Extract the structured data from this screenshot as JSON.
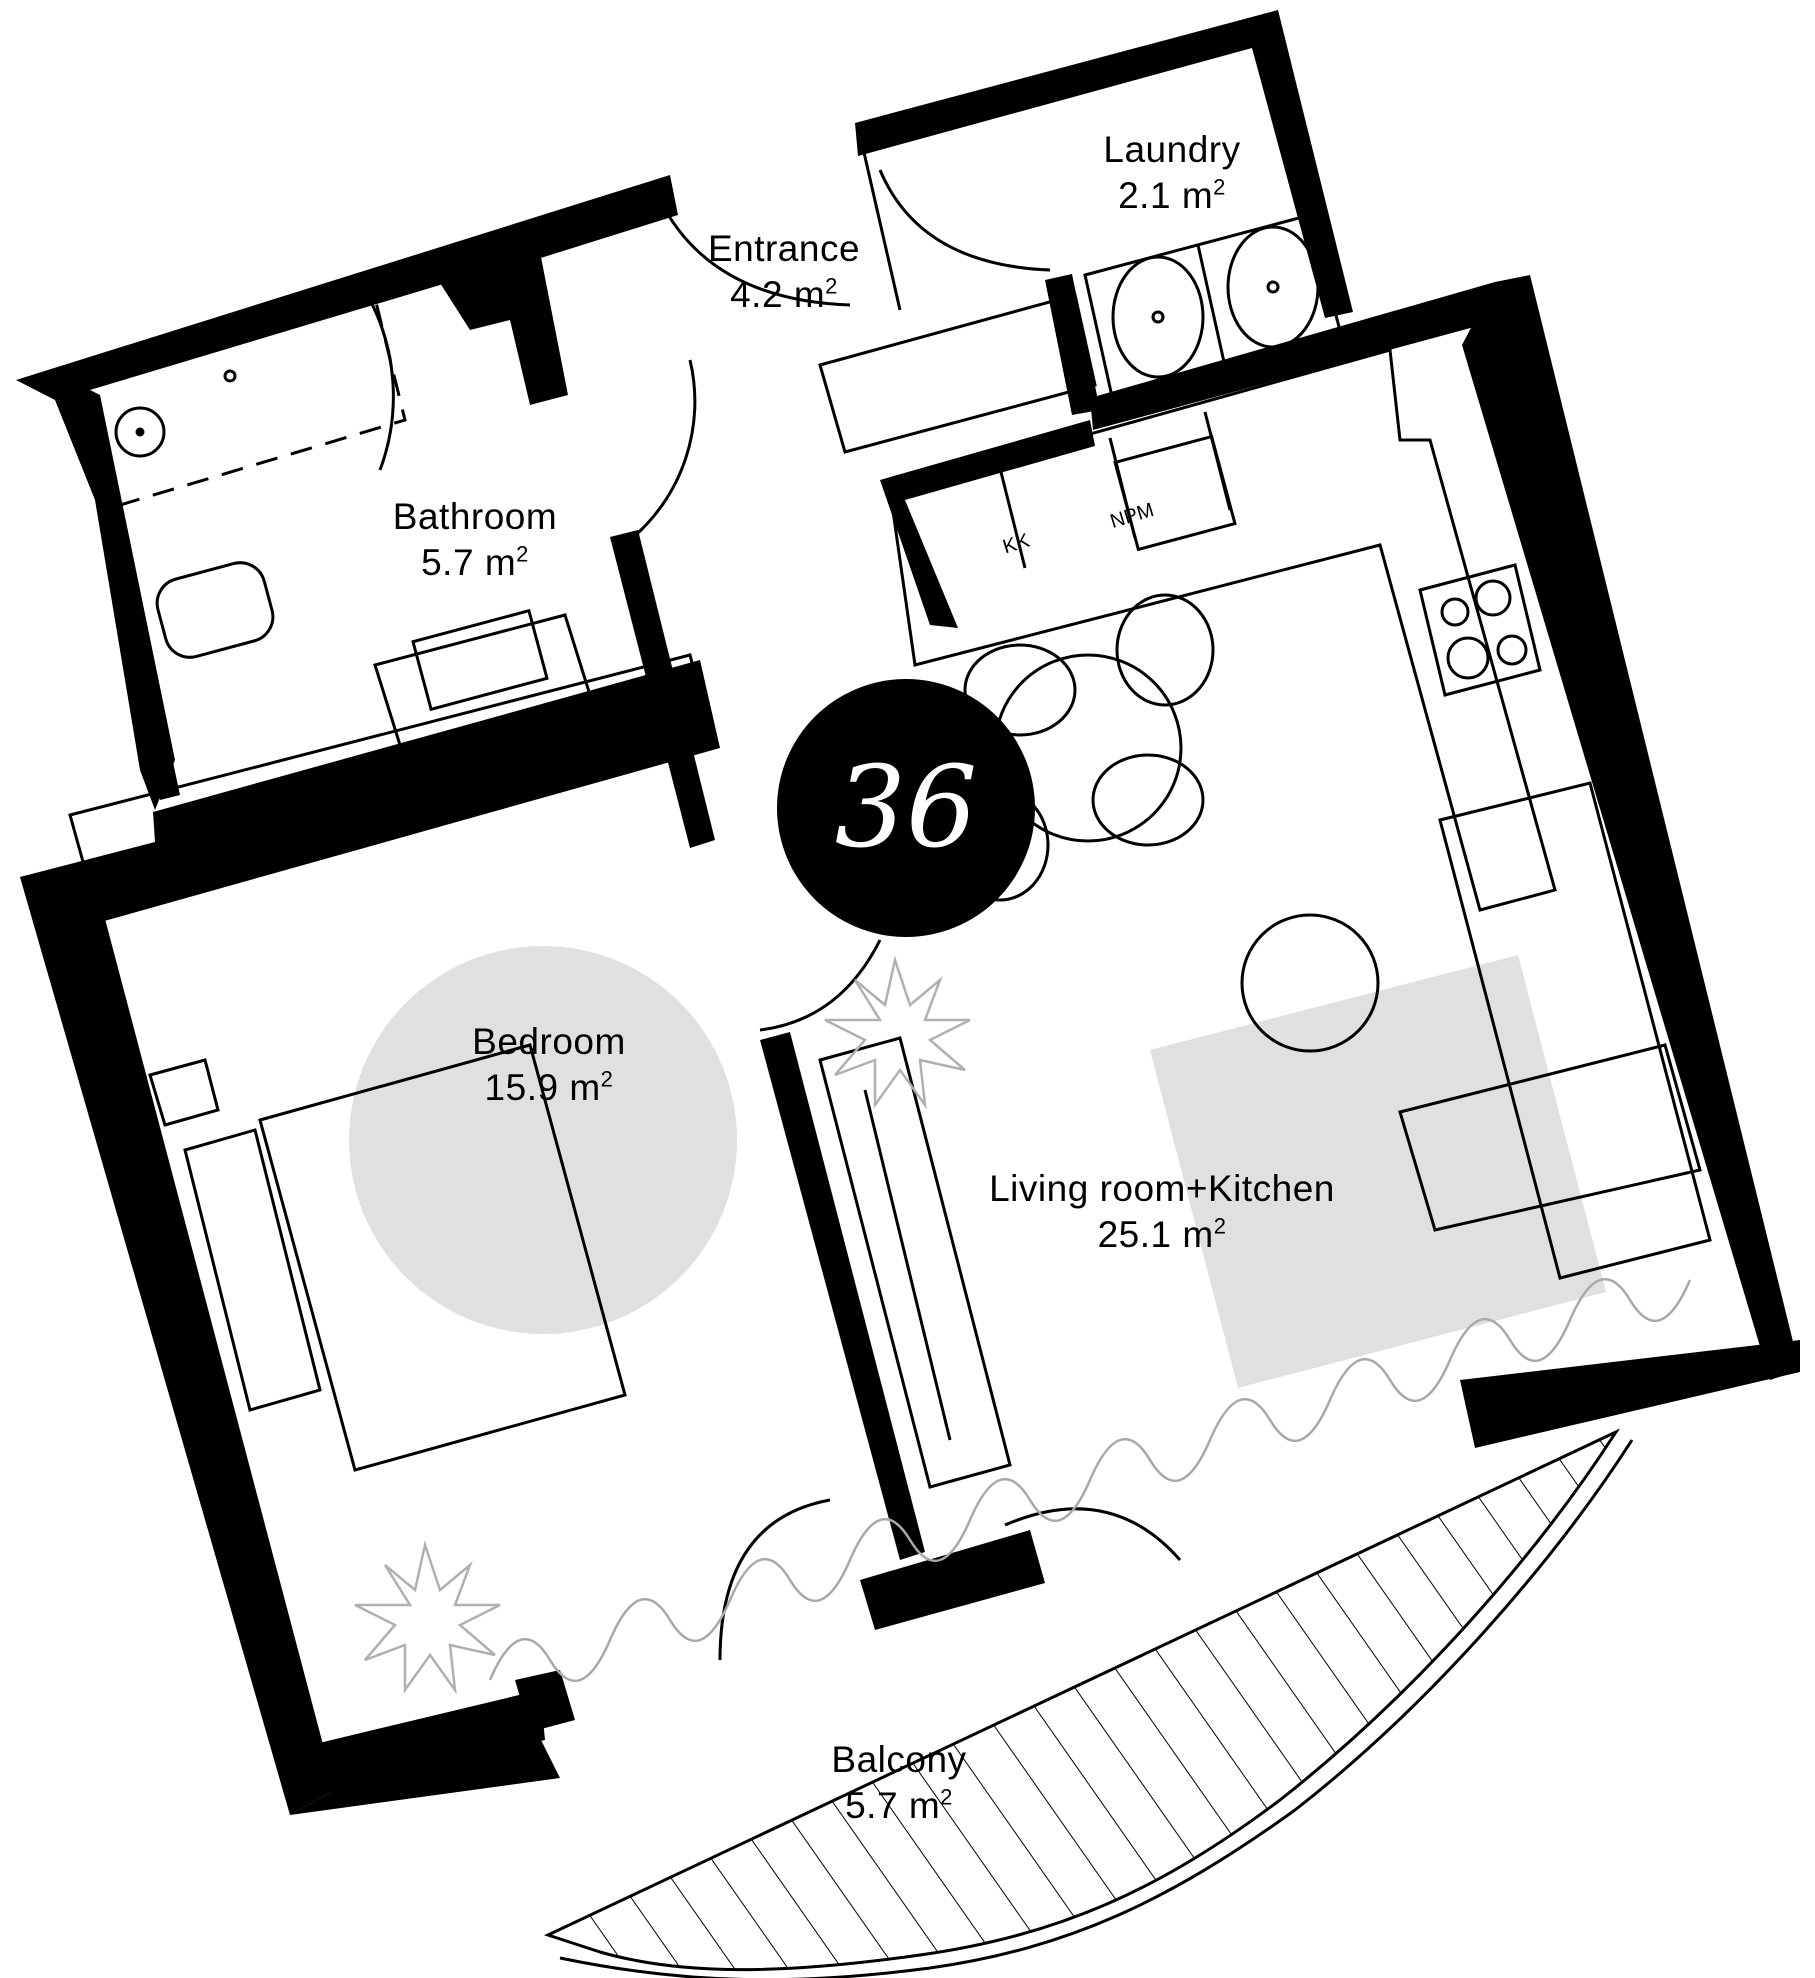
{
  "plan": {
    "unit_number": "36",
    "rooms": [
      {
        "id": "bathroom",
        "name": "Bathroom",
        "area_value": "5.7",
        "area_unit": "m",
        "area_exp": "2"
      },
      {
        "id": "entrance",
        "name": "Entrance",
        "area_value": "4.2",
        "area_unit": "m",
        "area_exp": "2"
      },
      {
        "id": "laundry",
        "name": "Laundry",
        "area_value": "2.1",
        "area_unit": "m",
        "area_exp": "2"
      },
      {
        "id": "bedroom",
        "name": "Bedroom",
        "area_value": "15.9",
        "area_unit": "m",
        "area_exp": "2"
      },
      {
        "id": "living",
        "name": "Living room+Kitchen",
        "area_value": "25.1",
        "area_unit": "m",
        "area_exp": "2"
      },
      {
        "id": "balcony",
        "name": "Balcony",
        "area_value": "5.7",
        "area_unit": "m",
        "area_exp": "2"
      }
    ],
    "appliance_tags": {
      "kk": "KK",
      "npm": "NPM"
    },
    "colors": {
      "wall": "#000000",
      "floor": "#ffffff",
      "rug": "#e0e0e0",
      "plant": "#b0b0b0",
      "curtain": "#a8a8a8"
    }
  }
}
